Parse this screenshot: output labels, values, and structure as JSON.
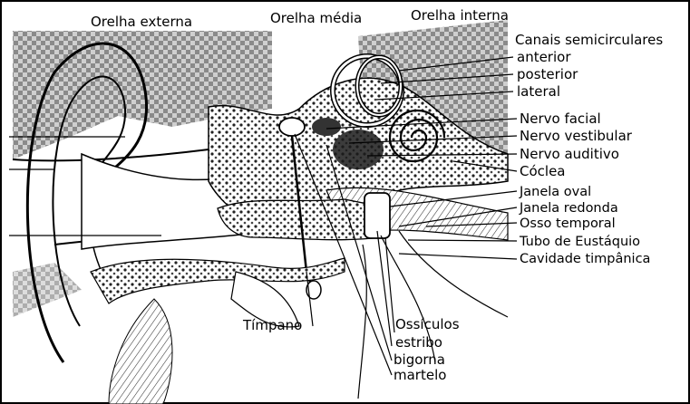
{
  "regions": {
    "outer": "Orelha externa",
    "middle": "Orelha média",
    "inner": "Orelha interna"
  },
  "semicircular": {
    "heading": "Canais semicirculares",
    "anterior": "anterior",
    "posterior": "posterior",
    "lateral": "lateral"
  },
  "right_labels": {
    "facial_nerve": "Nervo facial",
    "vestibular_nerve": "Nervo vestibular",
    "auditory_nerve": "Nervo auditivo",
    "cochlea": "Cóclea",
    "oval_window": "Janela oval",
    "round_window": "Janela redonda",
    "temporal_bone": "Osso temporal",
    "eustachian_tube": "Tubo de Eustáquio",
    "tympanic_cavity": "Cavidade timpânica"
  },
  "bottom_labels": {
    "eardrum": "Tímpano",
    "ossicles": "Ossículos",
    "stapes": "estribo",
    "incus": "bigorna",
    "malleus": "martelo"
  }
}
